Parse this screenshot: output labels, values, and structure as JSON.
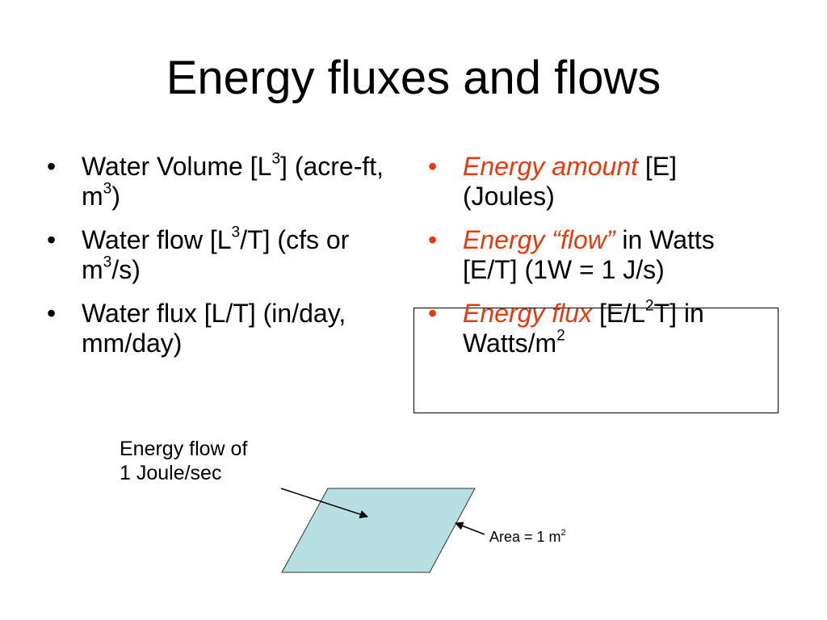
{
  "title": "Energy fluxes and flows",
  "left_bullets": [
    {
      "parts": [
        "Water Volume [L",
        "3",
        "] (acre-ft, m",
        "3",
        ")"
      ]
    },
    {
      "parts": [
        "Water flow [L",
        "3",
        "/T] (cfs or m",
        "3",
        "/s)"
      ]
    },
    {
      "parts": [
        "Water flux [L/T] (in/day, mm/day)"
      ]
    }
  ],
  "right_bullets": [
    {
      "term": "Energy amount",
      "rest": " [E] (Joules)"
    },
    {
      "term": "Energy “flow”",
      "rest": " in Watts [E/T] (1W = 1 J/s)"
    },
    {
      "term": "Energy flux",
      "rest_a": " [E/L",
      "sup": "2",
      "rest_b": "T] in Watts/m",
      "sup2": "2"
    }
  ],
  "diagram": {
    "caption_line1": "Energy flow of",
    "caption_line2": "1 Joule/sec",
    "area_label": "Area = 1 m",
    "area_sup": "2",
    "surface_color": "#B7DEE0"
  },
  "colors": {
    "accent": "#E8390E"
  }
}
